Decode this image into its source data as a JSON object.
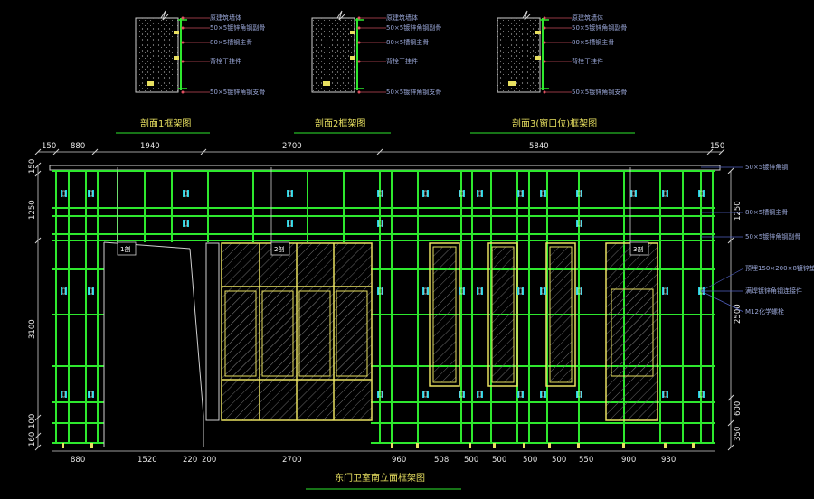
{
  "colors": {
    "background": "#000000",
    "frame_green": "#2ee82e",
    "dim_line": "#d0d0d0",
    "annotation": "#9aa7d8",
    "title": "#e8e060",
    "panel_outline": "#e8e060",
    "anchor": "#20d0e0"
  },
  "sections": [
    {
      "title": "剖面1框架图",
      "callouts": [
        "原建筑墙体",
        "50×5镀锌角钢副骨",
        "80×5槽钢主骨",
        "背栓干挂件",
        "50×5镀锌角钢支骨"
      ]
    },
    {
      "title": "剖面2框架图",
      "callouts": [
        "原建筑墙体",
        "50×5镀锌角钢副骨",
        "80×5槽钢主骨",
        "背栓干挂件",
        "50×5镀锌角钢支骨"
      ]
    },
    {
      "title": "剖面3(窗口位)框架图",
      "callouts": [
        "原建筑墙体",
        "50×5镀锌角钢副骨",
        "80×5槽钢主骨",
        "背栓干挂件",
        "50×5镀锌角钢支骨"
      ]
    }
  ],
  "top_dims": [
    "150",
    "880",
    "1940",
    "2700",
    "5840",
    "150"
  ],
  "bottom_dims": [
    "880",
    "1520",
    "220",
    "200",
    "2700",
    "960",
    "508",
    "500",
    "500",
    "500",
    "500",
    "550",
    "900",
    "930"
  ],
  "left_dims": [
    "150",
    "1250",
    "3100",
    "100",
    "160"
  ],
  "right_dims": [
    "1250",
    "2500",
    "600",
    "350"
  ],
  "right_callouts": [
    "50×5镀锌角钢",
    "80×5槽钢主骨",
    "50×5镀锌角钢副骨",
    "预埋150×200×8镀锌垫片",
    "满焊镀锌角钢连接件",
    "M12化学螺栓"
  ],
  "section_tags": [
    "1剖",
    "2剖",
    "3剖"
  ],
  "main_title": "东门卫室南立面框架图"
}
